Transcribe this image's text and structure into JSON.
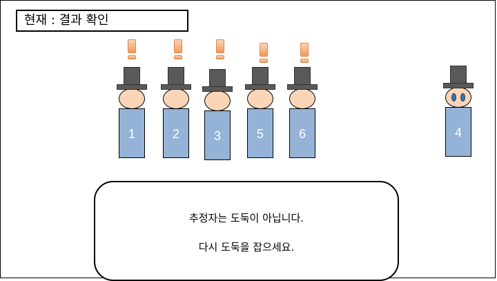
{
  "status_label": "현재 : 결과 확인",
  "suspects_lineup": [
    {
      "number": "1",
      "alert": true
    },
    {
      "number": "2",
      "alert": true
    },
    {
      "number": "3",
      "alert": true
    },
    {
      "number": "5",
      "alert": true
    },
    {
      "number": "6",
      "alert": true
    }
  ],
  "accused": {
    "number": "4",
    "eyes": "blue"
  },
  "dialog": {
    "line1": "추정자는 도둑이 아닙니다.",
    "line2": "다시 도둑을 잡으세요."
  },
  "colors": {
    "body": "#95b3d7",
    "face": "#fbd5b7",
    "hat": "#595959",
    "alert": "#f19a5b",
    "eyes": "#3f6fb0"
  }
}
